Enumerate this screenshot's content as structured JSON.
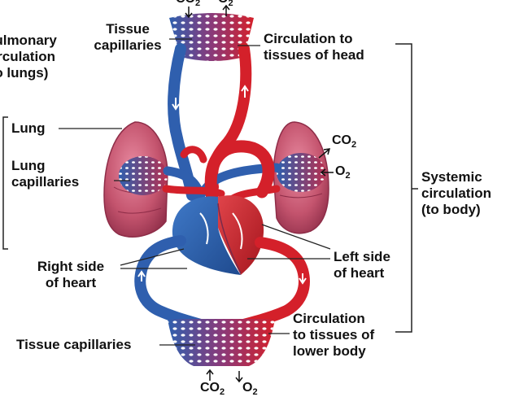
{
  "labels": {
    "pulmonary_circulation": "Pulmonary\ncirculation\n(to lungs)",
    "tissue_capillaries_top": "Tissue\ncapillaries",
    "circulation_head": "Circulation to\ntissues of head",
    "lung": "Lung",
    "lung_capillaries": "Lung\ncapillaries",
    "systemic_circulation": "Systemic\ncirculation\n(to body)",
    "right_side_heart": "Right side\nof heart",
    "left_side_heart": "Left side\nof heart",
    "circulation_lower_body": "Circulation\nto tissues of\nlower body",
    "tissue_capillaries_bottom": "Tissue capillaries"
  },
  "gases": {
    "co2": "CO",
    "o2": "O",
    "sub2": "2"
  },
  "colors": {
    "oxygenated_blood": "#d4202a",
    "deoxygenated_blood": "#2f5fae",
    "lung_tissue": "#c4546e",
    "leader_line": "#222222"
  }
}
